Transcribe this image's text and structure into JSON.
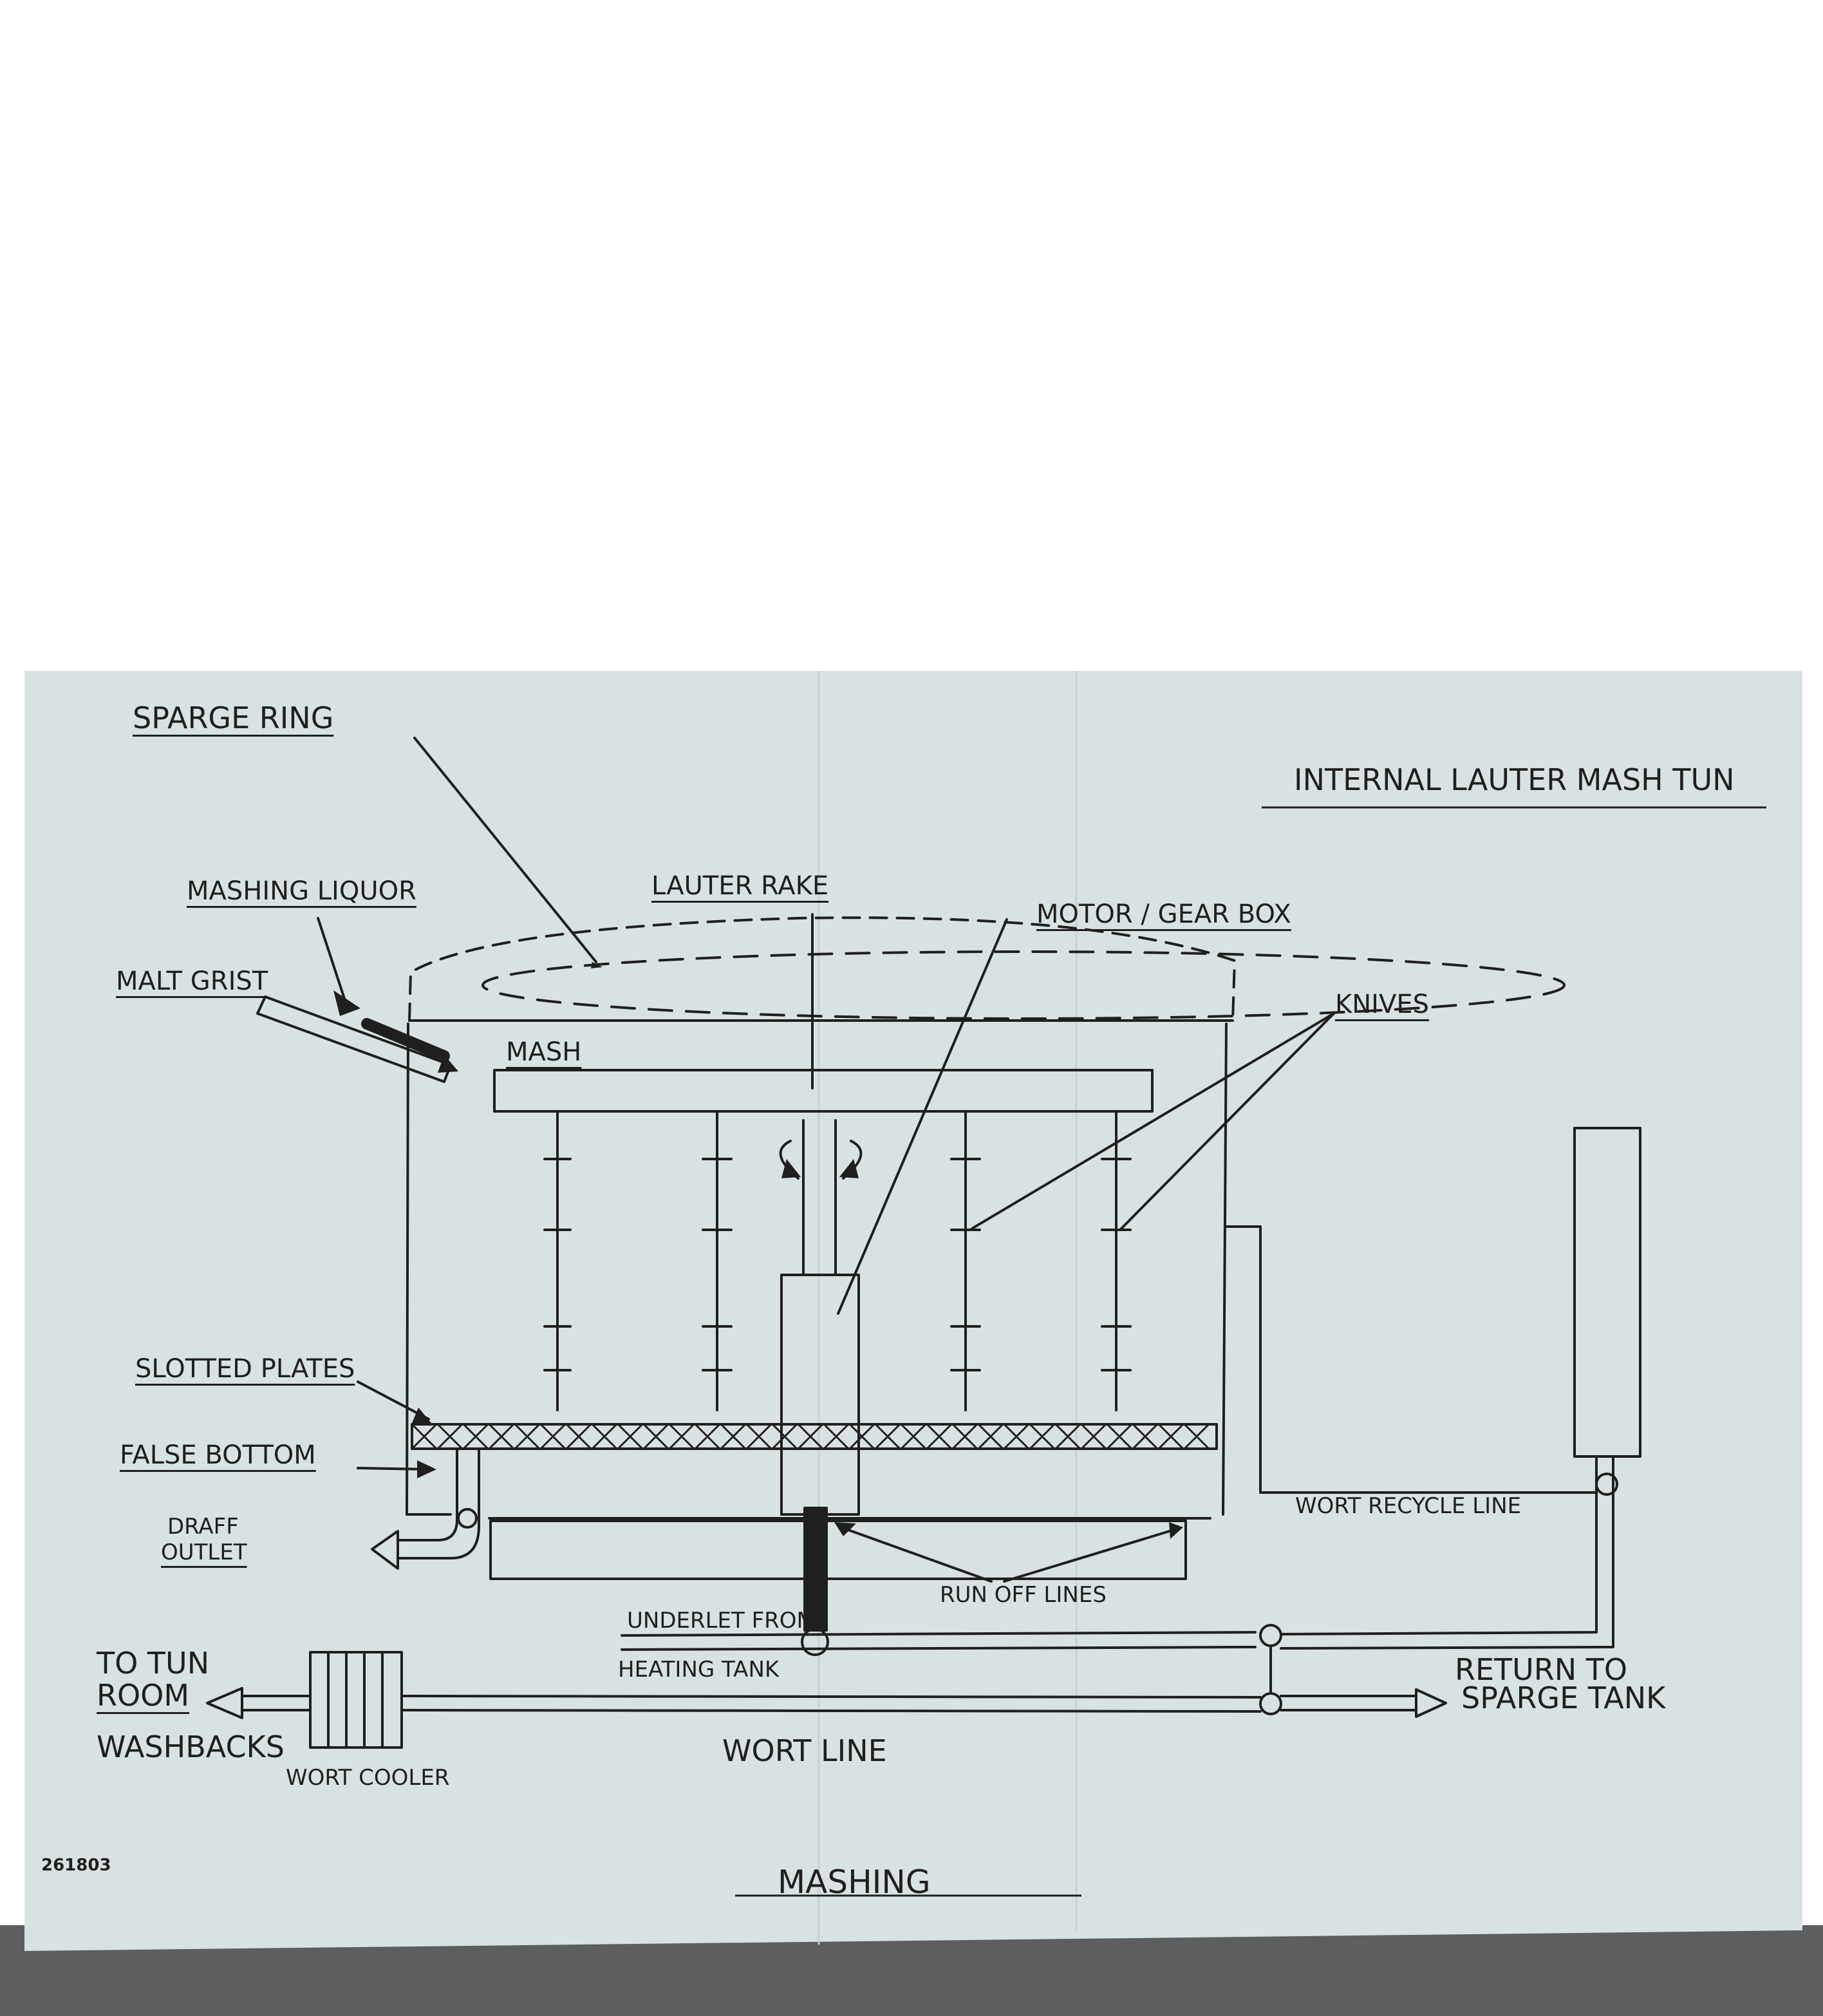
{
  "colors": {
    "page_background": "#ffffff",
    "paper": "#d9e2e2",
    "ink": "#1f1f1f",
    "table_surface": "#5c5e5f"
  },
  "diagram": {
    "title": "INTERNAL LAUTER MASH TUN",
    "caption": "MASHING",
    "doc_number": "261803",
    "labels": {
      "sparge_ring": "SPARGE RING",
      "mashing_liquor": "MASHING LIQUOR",
      "malt_grist": "MALT GRIST",
      "lauter_rake": "LAUTER RAKE",
      "motor_gear_box": "MOTOR / GEAR BOX",
      "mash": "MASH",
      "knives": "KNIVES",
      "slotted_plates": "SLOTTED PLATES",
      "false_bottom": "FALSE BOTTOM",
      "draff_outlet_1": "DRAFF",
      "draff_outlet_2": "OUTLET",
      "wort_recycle_line": "WORT RECYCLE LINE",
      "run_off_lines": "RUN OFF LINES",
      "underlet_1": "UNDERLET FROM",
      "underlet_2": "HEATING TANK",
      "to_tun_room_1": "TO TUN",
      "to_tun_room_2": "ROOM",
      "washbacks": "WASHBACKS",
      "wort_cooler": "WORT COOLER",
      "wort_line": "WORT LINE",
      "return_1": "RETURN TO",
      "return_2": "SPARGE TANK"
    }
  }
}
